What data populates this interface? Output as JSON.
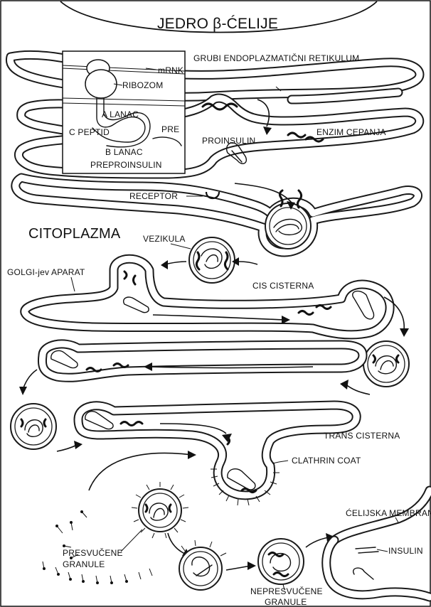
{
  "nucleus_title": "JEDRO β-ĆELIJE",
  "labels": {
    "rough_er": "GRUBI ENDOPLAZMATIČNI RETIKULUM",
    "mrna": "mRNK",
    "ribosome": "RIBOZOM",
    "a_chain": "A LANAC",
    "c_peptide": "C PEPTID",
    "pre": "PRE",
    "b_chain": "B LANAC",
    "preproinsulin": "PREPROINSULIN",
    "proinsulin": "PROINSULIN",
    "cleavage_enzyme": "ENZIM CEPANJA",
    "receptor": "RECEPTOR",
    "cytoplasm": "CITOPLAZMA",
    "vesicle": "VEZIKULA",
    "golgi": "GOLGI-jev APARAT",
    "cis_cisterna": "CIS CISTERNA",
    "trans_cisterna": "TRANS CISTERNA",
    "clathrin_coat": "CLATHRIN COAT",
    "cell_membrane": "ĆELIJSKA MEMBRANA",
    "coated_granules_1": "PRESVUČENE",
    "coated_granules_2": "GRANULE",
    "insulin": "INSULIN",
    "uncoated_granules_1": "NEPRESVUČENE",
    "uncoated_granules_2": "GRANULE"
  }
}
